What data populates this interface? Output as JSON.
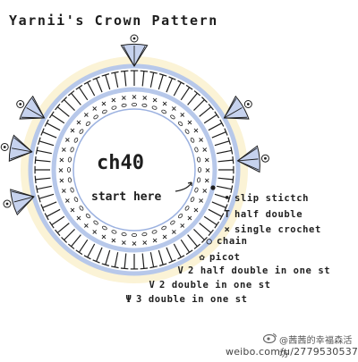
{
  "title": "Yarnii's Crown Pattern",
  "center": {
    "chain_label": "ch40",
    "start_label": "start here"
  },
  "legend": {
    "items": [
      {
        "symbol": "slip-stitch-dot",
        "label": "slip stictch"
      },
      {
        "symbol": "half-double-T",
        "label": "half double"
      },
      {
        "symbol": "single-crochet-x",
        "label": "single crochet"
      },
      {
        "symbol": "chain-oval",
        "label": "chain"
      },
      {
        "symbol": "picot-loop",
        "label": "picot"
      },
      {
        "symbol": "two-half-double-V",
        "label": "2 half double in one st"
      },
      {
        "symbol": "two-double-V",
        "label": "2 double in one st"
      },
      {
        "symbol": "three-double-fan",
        "label": "3 double in one st"
      }
    ]
  },
  "watermark": {
    "line1": "@茜茜的幸福森活坊",
    "line2": "weibo.com/u/2779530537"
  },
  "colors": {
    "ink": "#1e1e1e",
    "yarn_blue": "#b7c8ea",
    "yarn_blue_dark": "#9bb1e0",
    "crown_tint": "#c6d2ee",
    "cream_glow": "#fbf3d6"
  }
}
